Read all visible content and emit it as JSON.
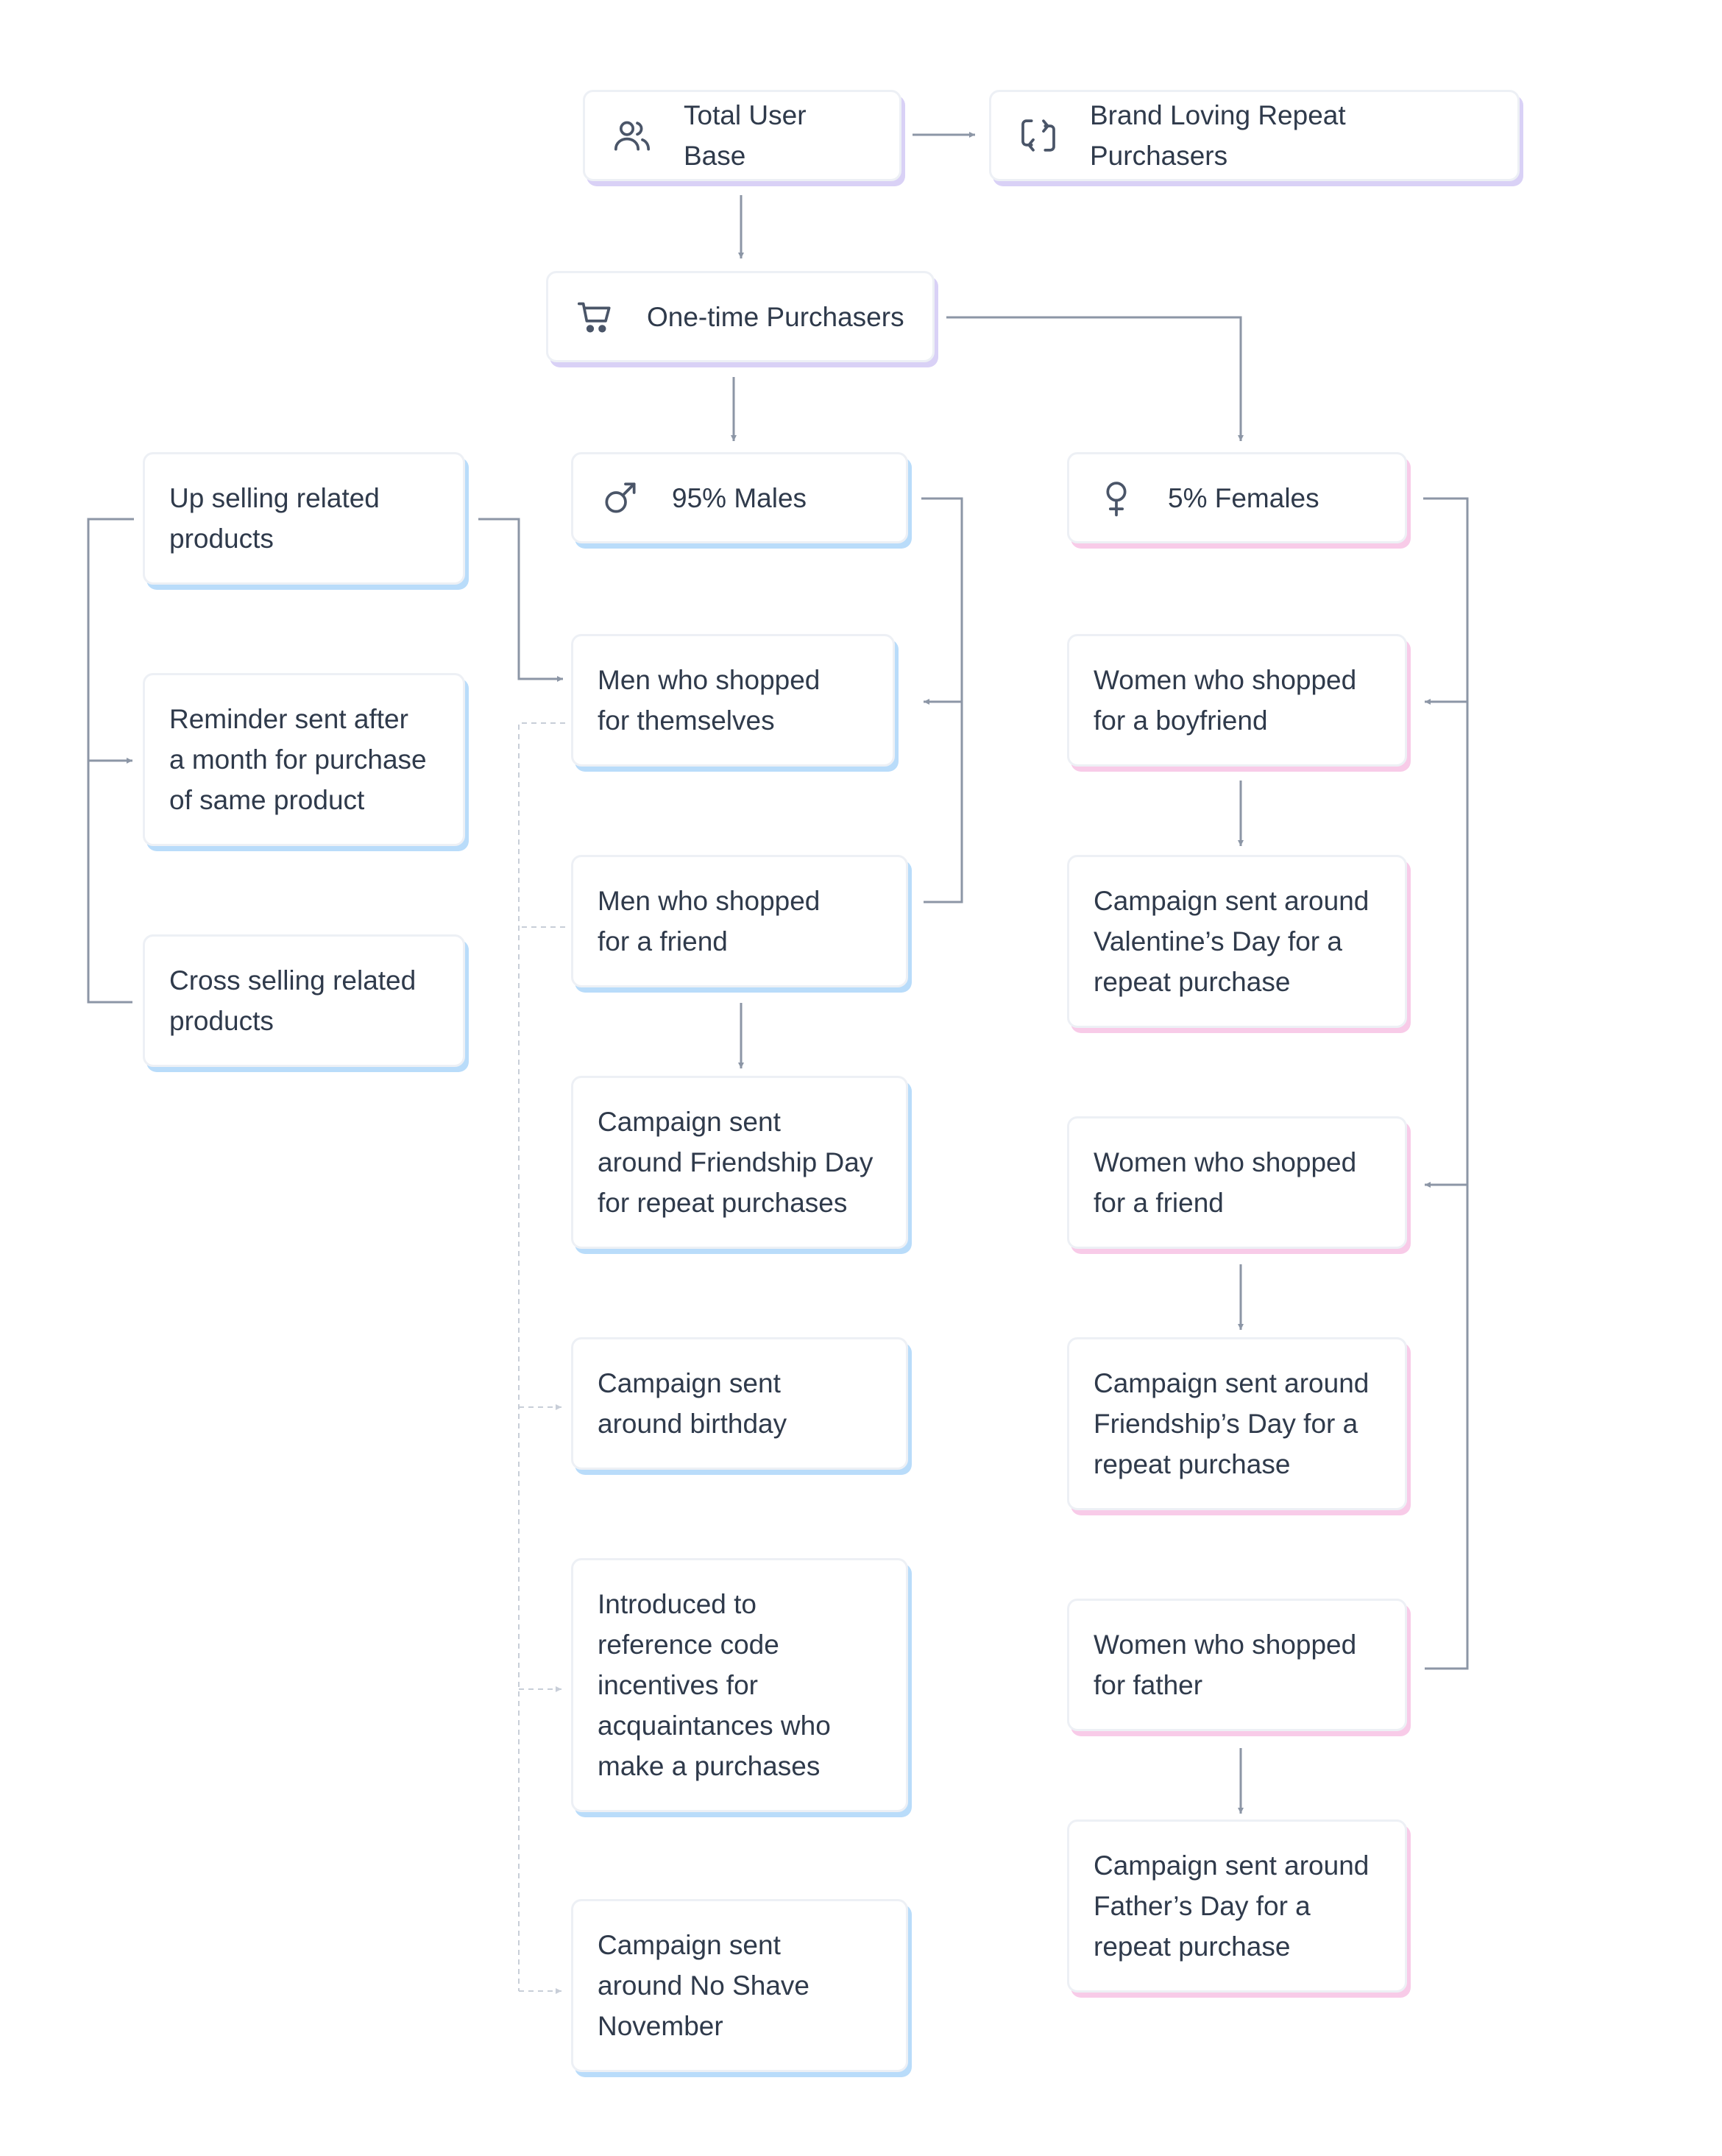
{
  "colors": {
    "line": "#8c96a6",
    "dashed_line": "#c8ced8",
    "accent_purple": "#d9d1f6",
    "accent_blue": "#b9dcfa",
    "accent_pink": "#f8cbe8",
    "text": "#2f3a4b"
  },
  "nodes": {
    "total_user_base": {
      "label": "Total User Base",
      "icon": "users-icon"
    },
    "brand_loving": {
      "label": "Brand Loving Repeat Purchasers",
      "icon": "repeat-icon"
    },
    "one_time": {
      "label": "One-time Purchasers",
      "icon": "cart-icon"
    },
    "males": {
      "label": "95% Males",
      "icon": "male-icon"
    },
    "females": {
      "label": "5% Females",
      "icon": "female-icon"
    },
    "up_selling": {
      "label": "Up selling related\nproducts"
    },
    "reminder": {
      "label": "Reminder sent after\na month for purchase\nof same product"
    },
    "cross_selling": {
      "label": "Cross selling related\nproducts"
    },
    "men_themselves": {
      "label": "Men who shopped\nfor themselves"
    },
    "men_friend": {
      "label": "Men who shopped\nfor a friend"
    },
    "campaign_friendship_men": {
      "label": "Campaign sent\naround Friendship Day\nfor repeat purchases"
    },
    "campaign_birthday": {
      "label": "Campaign sent\naround birthday"
    },
    "reference_code": {
      "label": "Introduced to\nreference code\nincentives for\nacquaintances who\nmake a purchases"
    },
    "campaign_no_shave": {
      "label": "Campaign sent\naround No Shave\nNovember"
    },
    "women_boyfriend": {
      "label": "Women who shopped\nfor a boyfriend"
    },
    "campaign_valentines": {
      "label": "Campaign sent around\nValentine’s Day for a\nrepeat purchase"
    },
    "women_friend": {
      "label": "Women who shopped\nfor a friend"
    },
    "campaign_friendships_day": {
      "label": "Campaign sent around\nFriendship’s Day for a\nrepeat purchase"
    },
    "women_father": {
      "label": "Women who shopped\nfor father"
    },
    "campaign_fathers_day": {
      "label": "Campaign sent around\nFather’s Day for a\nrepeat purchase"
    }
  }
}
